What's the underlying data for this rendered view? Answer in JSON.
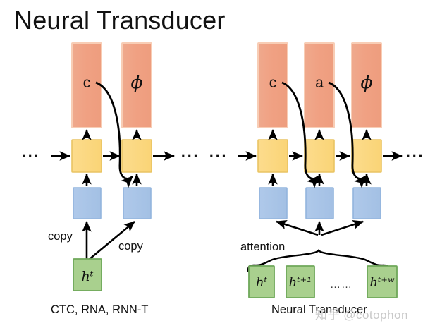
{
  "figure": {
    "title": "Neural Transducer",
    "watermark": "知乎 @cotophon"
  },
  "left_model": {
    "caption": "CTC, RNA, RNN-T",
    "outputs": [
      "c",
      "ϕ"
    ],
    "copy_labels": [
      "copy",
      "copy"
    ],
    "encoder_states": [
      "hᵗ"
    ],
    "ellipsis_left": "···",
    "ellipsis_right": "···"
  },
  "right_model": {
    "caption": "Neural Transducer",
    "outputs": [
      "c",
      "a",
      "ϕ"
    ],
    "attention_label": "attention",
    "encoder_states": [
      "hᵗ",
      "hᵗ⁺¹",
      "hᵗ⁺ʷ"
    ],
    "encoder_ellipsis": "……",
    "ellipsis_left": "···",
    "ellipsis_right": "···"
  },
  "colors": {
    "output_box": "#F0A183",
    "output_box_border": "#F7C8AF",
    "rnn_box": "#FBD77F",
    "rnn_box_border": "#E8C260",
    "encoder_box": "#A9C6E8",
    "encoder_box_border": "#8FB2DC",
    "state_box": "#A9D08E",
    "state_box_border": "#70A85A",
    "arrow": "#000000",
    "background": "#FFFFFF"
  }
}
